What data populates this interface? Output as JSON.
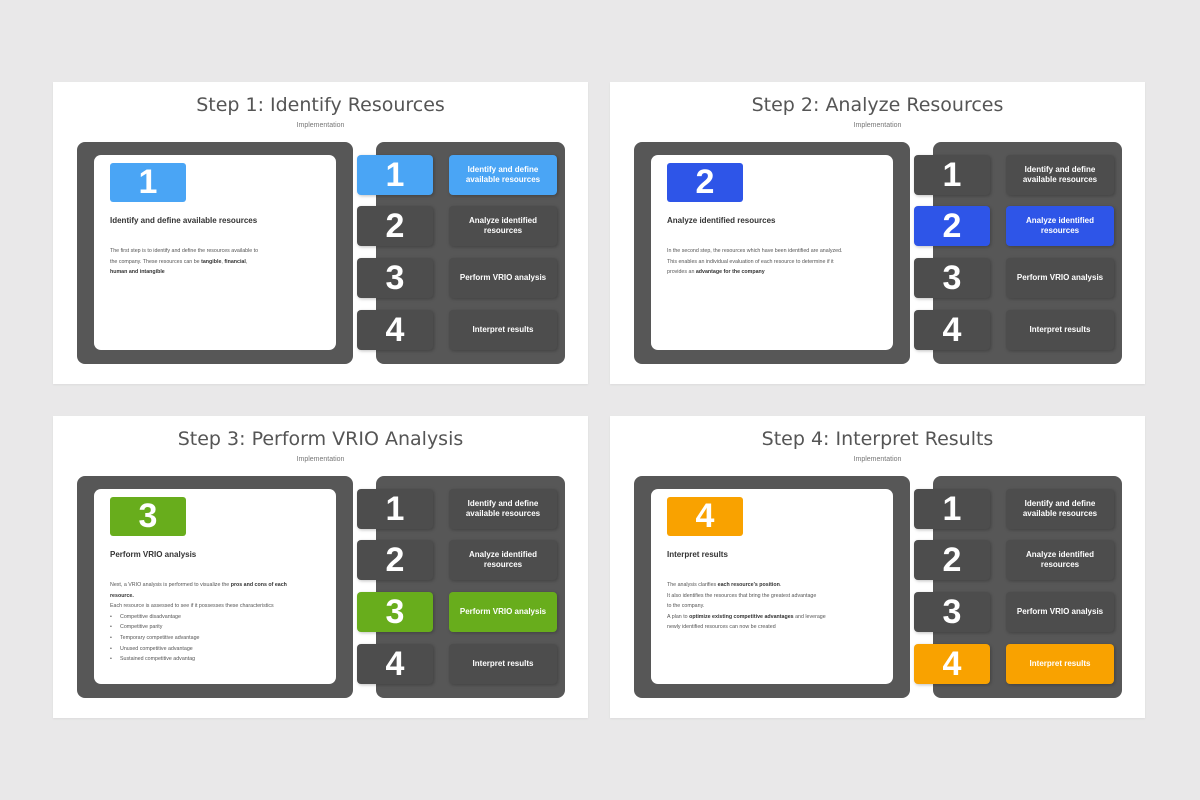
{
  "subtitle": "Implementation",
  "step_labels": [
    "Identify and define available resources",
    "Analyze identified resources",
    "Perform VRIO analysis",
    "Interpret results"
  ],
  "step_numbers": [
    "1",
    "2",
    "3",
    "4"
  ],
  "slides": [
    {
      "title": "Step 1: Identify Resources",
      "number": "1",
      "accent": "#4aa5f5",
      "heading": "Identify and define available resources",
      "desc_html": "The first step is to identify and define the resources available to<br>the company. These resources can be <b>tangible</b>, <b>financial</b>,<br><b>human and intangible</b>"
    },
    {
      "title": "Step 2: Analyze Resources",
      "number": "2",
      "accent": "#2e55e8",
      "heading": "Analyze identified resources",
      "desc_html": "In the second step, the resources which have been identified are analyzed.<br>This enables an individual evaluation of each resource to determine if it<br>provides an <b>advantage for the company</b>"
    },
    {
      "title": "Step 3: Perform VRIO Analysis",
      "number": "3",
      "accent": "#68ad1c",
      "heading": "Perform VRIO analysis",
      "desc_html": "Next, a VRIO analysis is performed to visualize the <b>pros and cons of each<br>resource.</b><br>Each resource is assessed to see if it possesses these characteristics<ul><li>Competitive disadvantage</li><li>Competitive parity</li><li>Temporary competitive advantage</li><li>Unused competitive advantage</li><li>Sustained competitive advantag</li></ul>"
    },
    {
      "title": "Step 4: Interpret Results",
      "number": "4",
      "accent": "#f9a200",
      "heading": "Interpret results",
      "desc_html": "The analysis clarifies <b>each resource's position</b>.<br>It also identifies the resources that bring the greatest advantage<br>to the company.<br>A plan to <b>optimize existing competitive advantages</b> and leverage<br>newly identified resources can now be created"
    }
  ]
}
